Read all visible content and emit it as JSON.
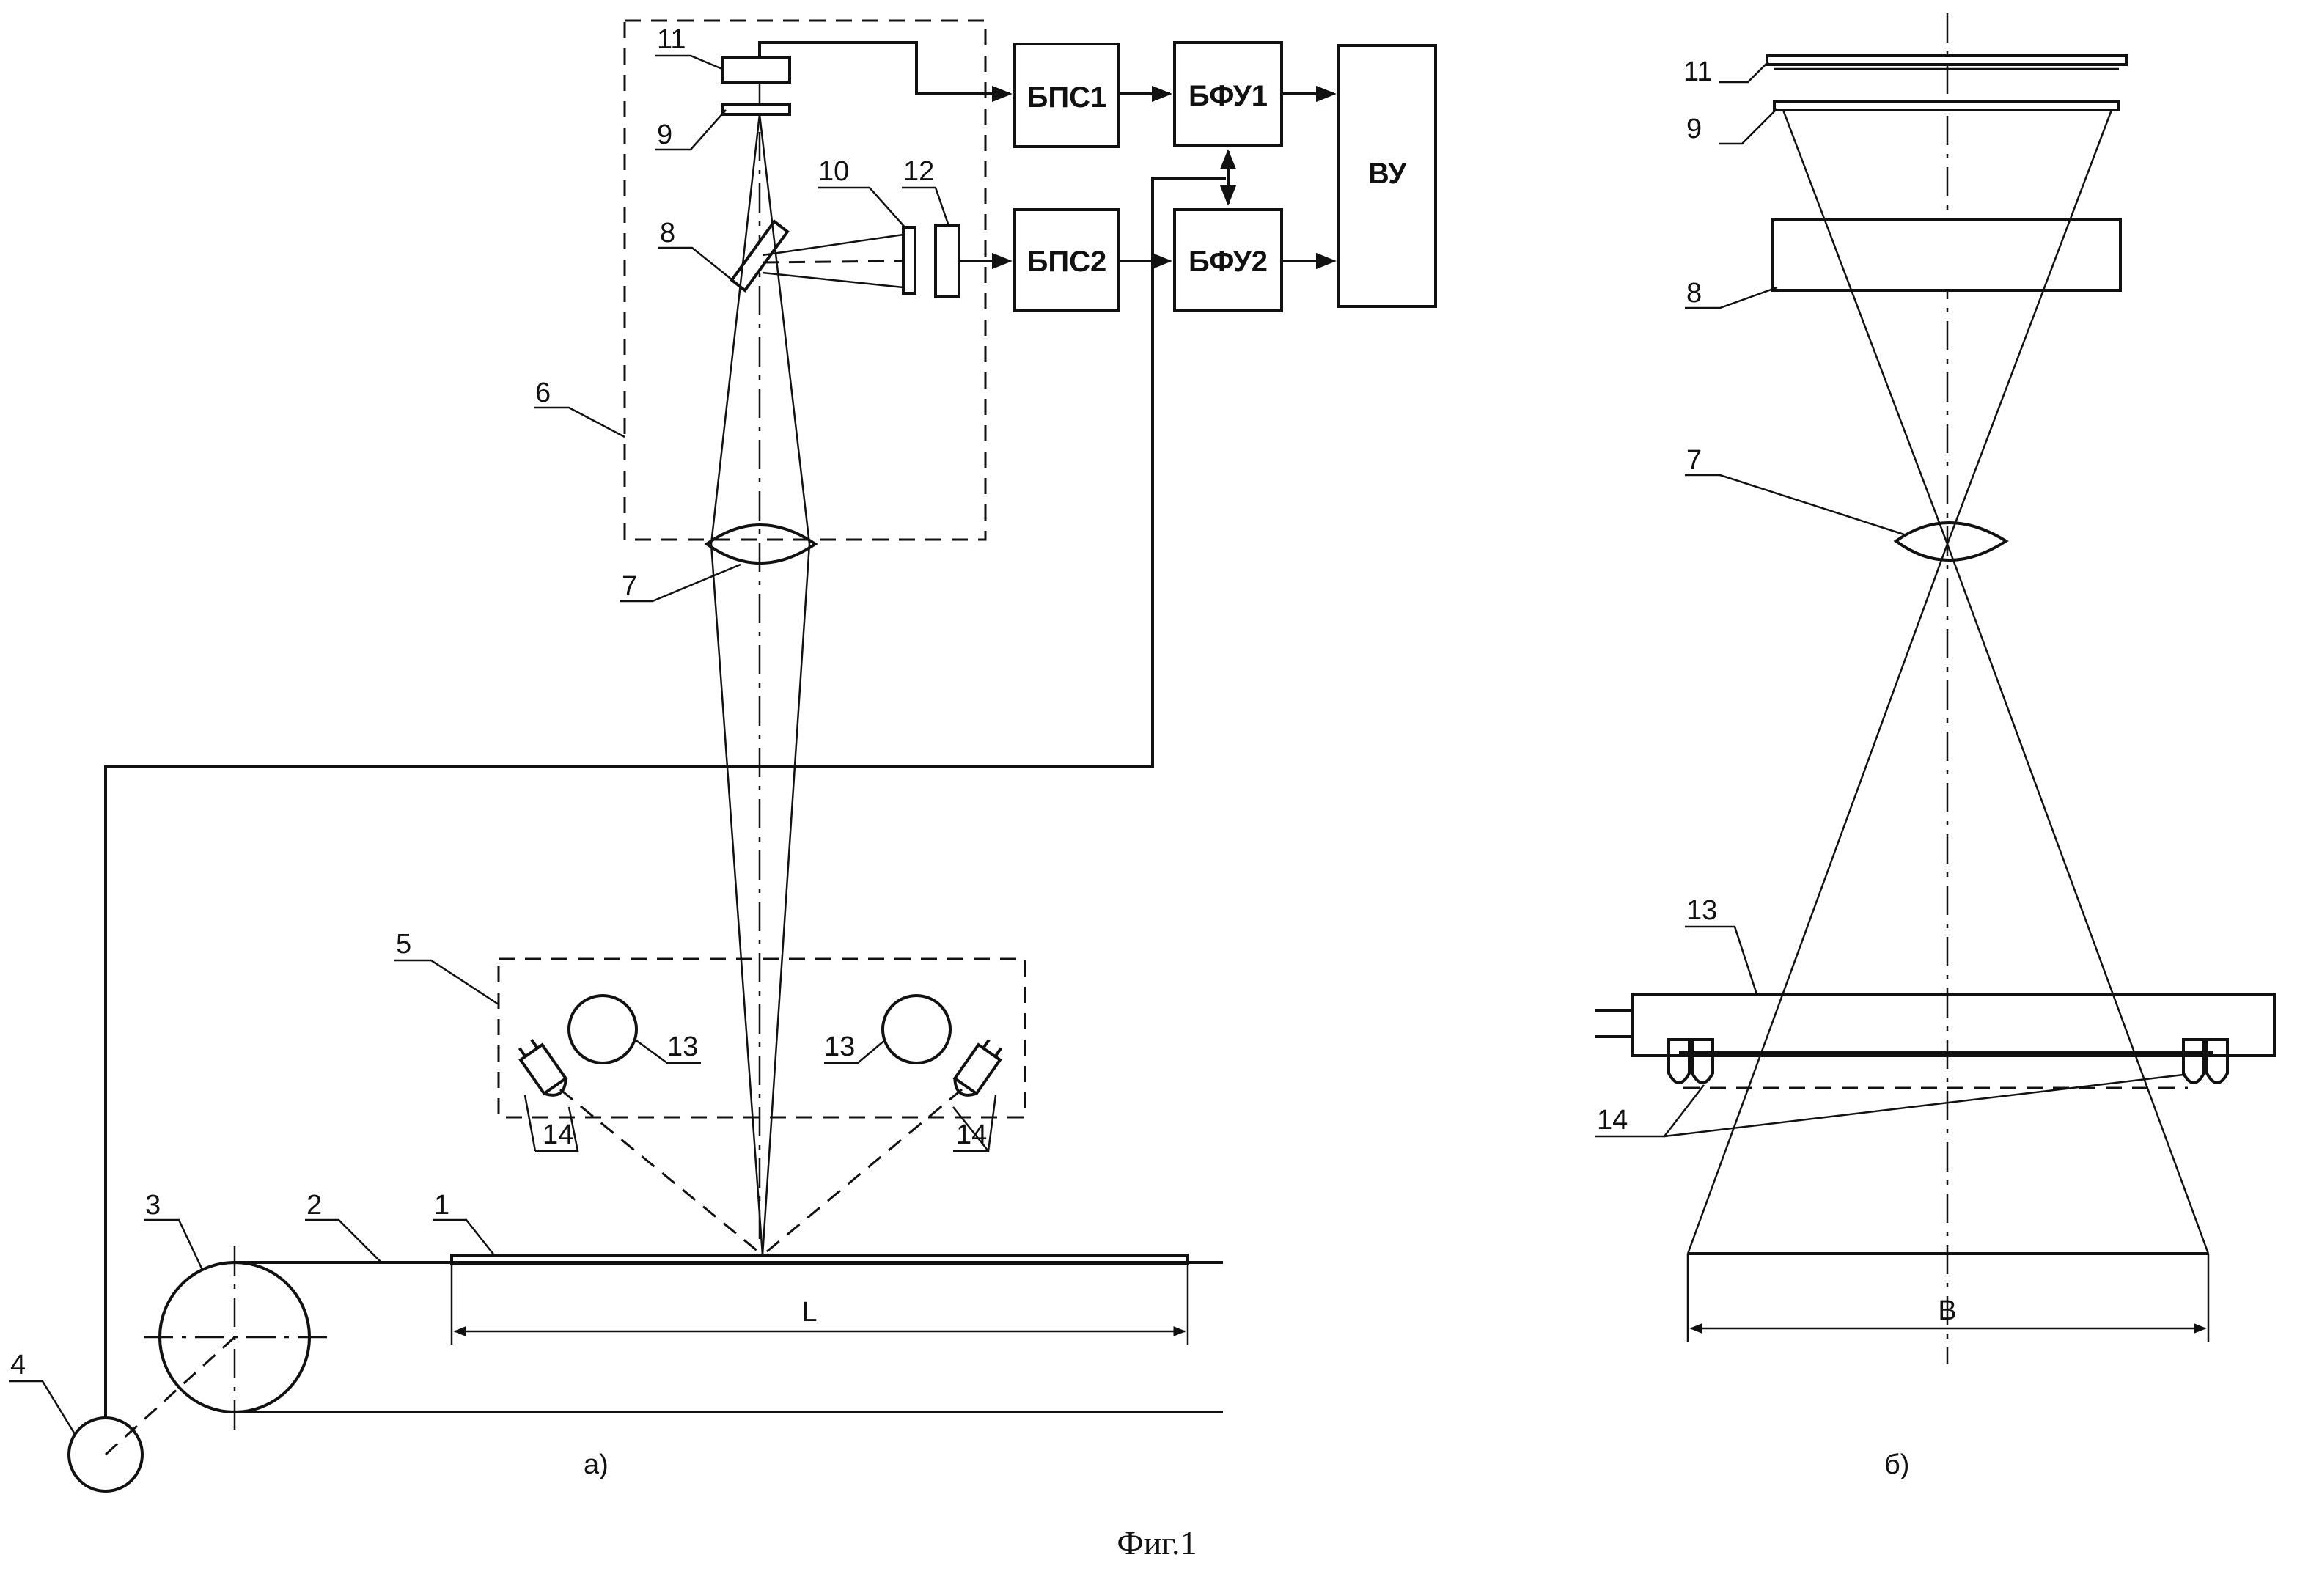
{
  "blocks": {
    "bps1": "БПС1",
    "bps2": "БПС2",
    "bfu1": "БФУ1",
    "bfu2": "БФУ2",
    "vu": "ВУ"
  },
  "labels_a": {
    "n1": "1",
    "n2": "2",
    "n3": "3",
    "n4": "4",
    "n5": "5",
    "n6": "6",
    "n7": "7",
    "n8": "8",
    "n9": "9",
    "n10": "10",
    "n11": "11",
    "n12": "12",
    "n13_left": "13",
    "n13_right": "13",
    "n14_left": "14",
    "n14_right": "14",
    "dimension_L": "L"
  },
  "labels_b": {
    "n11": "11",
    "n9": "9",
    "n8": "8",
    "n7": "7",
    "n13": "13",
    "n14": "14",
    "dimension_B": "B"
  },
  "subcaptions": {
    "a": "а)",
    "b": "б)"
  },
  "figure_caption": "Фиг.1"
}
